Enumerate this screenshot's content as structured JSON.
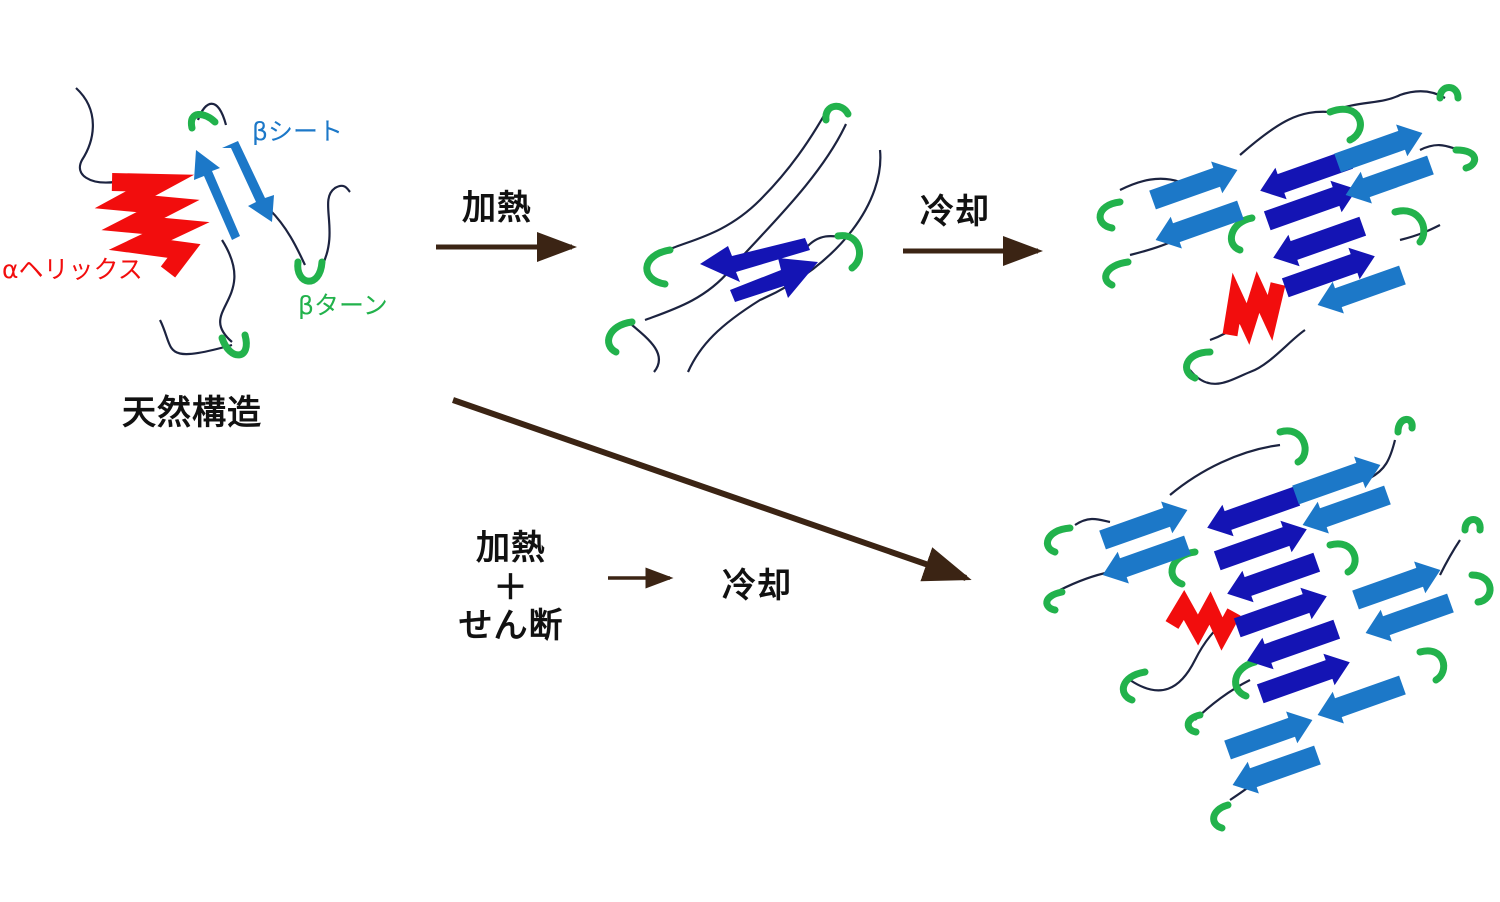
{
  "colors": {
    "helix": "#f20d0d",
    "sheet_light": "#1c78c8",
    "sheet_dark": "#1414b4",
    "turn": "#22b24c",
    "loop": "#1c2340",
    "arrow": "#3b2414"
  },
  "labels": {
    "alpha_helix": "αヘリックス",
    "beta_sheet": "βシート",
    "beta_turn": "βターン",
    "native": "天然構造",
    "heat": "加熱",
    "cool": "冷却",
    "heat2": "加熱",
    "plus": "＋",
    "shear": "せん断",
    "cool2": "冷却"
  },
  "panels": [
    {
      "name": "native-structure",
      "elements": [
        "alpha-helix",
        "beta-sheet",
        "beta-turn",
        "random-coil"
      ]
    },
    {
      "name": "denatured-structure",
      "elements": [
        "beta-sheet",
        "beta-turn",
        "random-coil"
      ]
    },
    {
      "name": "aggregate-heat-cool",
      "elements": [
        "beta-sheet",
        "beta-turn",
        "alpha-helix",
        "random-coil"
      ]
    },
    {
      "name": "aggregate-heat-shear-cool",
      "elements": [
        "beta-sheet",
        "beta-turn",
        "alpha-helix",
        "random-coil"
      ]
    }
  ]
}
